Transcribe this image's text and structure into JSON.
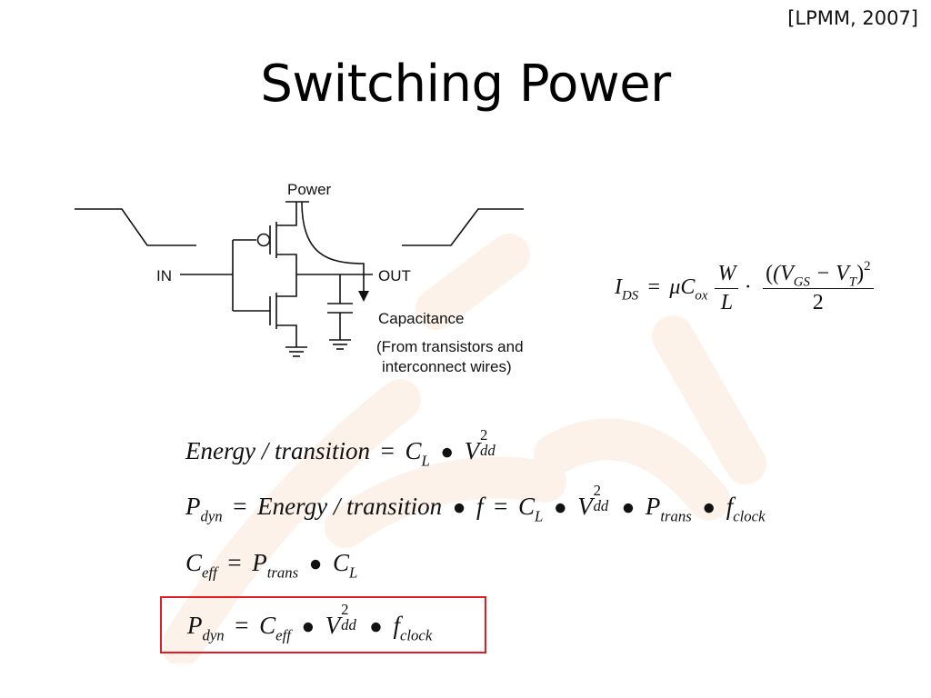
{
  "citation": "[LPMM, 2007]",
  "title": "Switching Power",
  "circuit": {
    "power_label": "Power",
    "in_label": "IN",
    "out_label": "OUT",
    "cap_label": "Capacitance",
    "note_line1": "(From transistors and",
    "note_line2": "interconnect wires)"
  },
  "ids_equation": {
    "lhs": "I",
    "lhs_sub": "DS",
    "mu": "μC",
    "cox_sub": "ox",
    "w": "W",
    "l": "L",
    "num": "(V",
    "vgs_sub": "GS",
    "minus": " − V",
    "vt_sub": "T",
    "close": ")",
    "sq": "2",
    "den": "2"
  },
  "equations": {
    "energy": {
      "lhs": "Energy / transition",
      "c": "C",
      "c_sub": "L",
      "v": "V",
      "v_sup": "2",
      "v_sub": "dd"
    },
    "pdyn": {
      "p": "P",
      "p_sub": "dyn",
      "mid": "Energy / transition",
      "f": "f",
      "c": "C",
      "c_sub": "L",
      "v": "V",
      "v_sup": "2",
      "v_sub": "dd",
      "pt": "P",
      "pt_sub": "trans",
      "fc": "f",
      "fc_sub": "clock"
    },
    "ceff": {
      "c": "C",
      "c_sub": "eff",
      "p": "P",
      "p_sub": "trans",
      "cl": "C",
      "cl_sub": "L"
    },
    "final": {
      "p": "P",
      "p_sub": "dyn",
      "c": "C",
      "c_sub": "eff",
      "v": "V",
      "v_sup": "2",
      "v_sub": "dd",
      "f": "f",
      "f_sub": "clock"
    }
  },
  "colors": {
    "highlight_box": "#e31b23",
    "watermark": "#f07e26"
  }
}
